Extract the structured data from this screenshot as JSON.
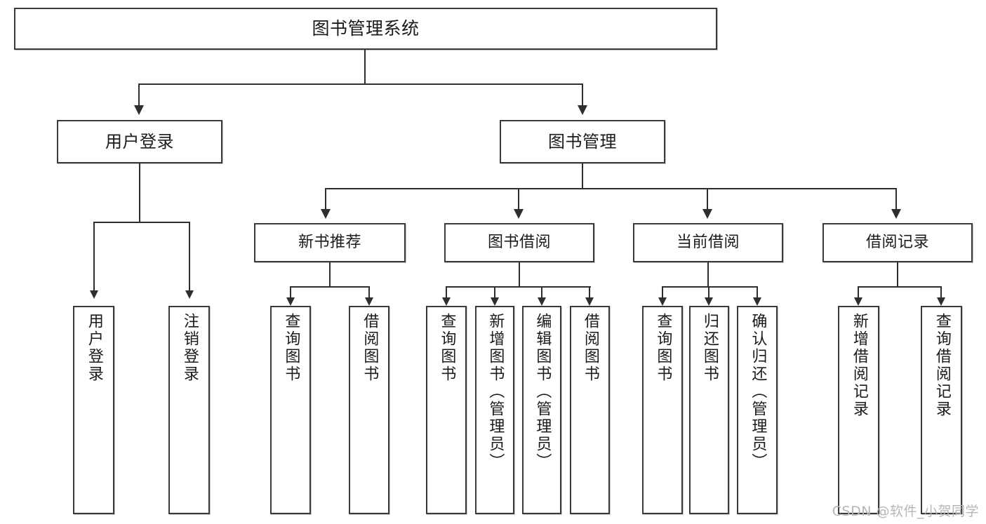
{
  "diagram": {
    "type": "tree",
    "title": "图书管理系统",
    "watermark": "CSDN @软件_小贺同学",
    "colors": {
      "box_border": "#3a3a3a",
      "connector": "#2e2e2e",
      "background": "#ffffff",
      "text": "#1b1b1b",
      "watermark": "#b6b6b6"
    },
    "root": {
      "label": "图书管理系统"
    },
    "level2": [
      {
        "label": "用户登录"
      },
      {
        "label": "图书管理"
      }
    ],
    "level3": [
      {
        "label": "新书推荐"
      },
      {
        "label": "图书借阅"
      },
      {
        "label": "当前借阅"
      },
      {
        "label": "借阅记录"
      }
    ],
    "leaves": {
      "user_login": [
        {
          "label": "用户登录"
        },
        {
          "label": "注销登录"
        }
      ],
      "new_book_recommend": [
        {
          "label": "查询图书"
        },
        {
          "label": "借阅图书"
        }
      ],
      "book_borrow": [
        {
          "label": "查询图书"
        },
        {
          "label": "新增图书（管理员）"
        },
        {
          "label": "编辑图书（管理员）"
        },
        {
          "label": "借阅图书"
        }
      ],
      "current_borrow": [
        {
          "label": "查询图书"
        },
        {
          "label": "归还图书"
        },
        {
          "label": "确认归还（管理员）"
        }
      ],
      "borrow_record": [
        {
          "label": "新增借阅记录"
        },
        {
          "label": "查询借阅记录"
        }
      ]
    }
  }
}
